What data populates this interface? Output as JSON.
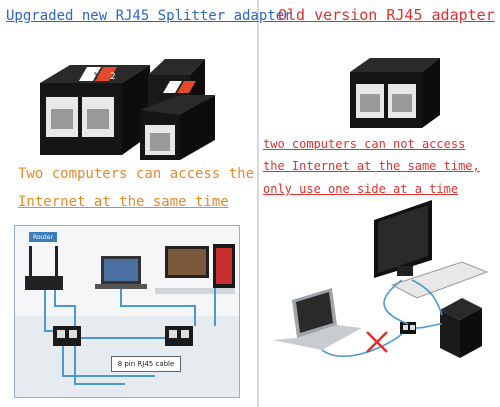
{
  "left_panel": {
    "header": "Upgraded new RJ45 Splitter adapter",
    "caption_line1": "Two computers can access the",
    "caption_line2": "Internet at the same time",
    "illustration": {
      "router_label": "Router",
      "cable_label": "8 pin RJ45 cable",
      "port_numbers": [
        "1",
        "2"
      ]
    }
  },
  "right_panel": {
    "header": "Old version RJ45 adapter",
    "caption_line1": "two computers can not access",
    "caption_line2": "the Internet at the same time,",
    "caption_line3": "only use one side at a time"
  },
  "colors": {
    "header_left": "#2f63c8",
    "header_right": "#e03030",
    "caption_orange": "#e38b2a",
    "cable_blue": "#4a9ad0",
    "x_mark": "#e03030"
  }
}
